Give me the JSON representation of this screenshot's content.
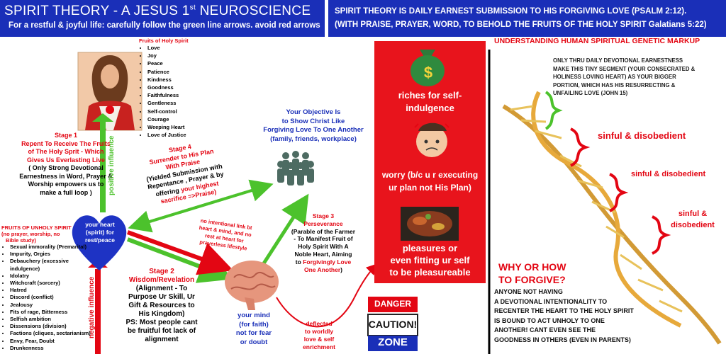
{
  "header_left": {
    "title": "SPIRIT THEORY - A JESUS 1st NEUROSCIENCE",
    "title_main": "SPIRIT THEORY - A JESUS 1",
    "title_sup": "st",
    "title_end": " NEUROSCIENCE",
    "subtitle": "For a restful & joyful life:  carefully follow the green line arrows. avoid red arrows"
  },
  "header_right": {
    "line1": "SPIRIT THEORY IS DAILY EARNEST SUBMISSION TO HIS FORGIVING LOVE (PSALM 2:12).",
    "line2": "(WITH PRAISE, PRAYER, WORD, TO BEHOLD THE FRUITS OF THE HOLY SPIRIT Galatians 5:22)"
  },
  "fruits_holy": {
    "title": "Fruits of Holy Spirit",
    "items": [
      "Love",
      "Joy",
      "Peace",
      "Patience",
      "Kindness",
      "Goodness",
      "Faithfulness",
      "Gentleness",
      "Self-control",
      "Courage",
      "Weeping Heart",
      "Love of Justice"
    ]
  },
  "stage1": {
    "title": "Stage 1",
    "l1": "Repent To Receive The Fruits",
    "l2": "of The Holy Sprit - Which",
    "l3": "Gives Us Everlasting Live",
    "d1": "( Only Strong Devotional",
    "d2": "Earnestness in Word, Prayer &",
    "d3": "Worship empowers us to",
    "d4": "make a full loop )"
  },
  "positive_influence": "positive influence",
  "negative_influence": "negative influence",
  "stage4": {
    "title": "Stage 4",
    "l1": "Surrender to His Plan",
    "l2": "With Praise",
    "d1": "(Yielded Submission with",
    "d2": "Repentance , Prayer & by",
    "d3a": "offering ",
    "d3b": "your highest",
    "d4": "sacrifice =>Praise)"
  },
  "objective": {
    "l1": "Your Objective Is",
    "l2": "to Show  Christ Like",
    "l3": "Forgiving Love To One Another",
    "l4": "(family, friends, workplace)"
  },
  "heart": {
    "l1": "your heart",
    "l2": "(spirit) for",
    "l3": "rest/peace"
  },
  "no_link": {
    "l1": "no intentional link bt",
    "l2": "heart & mind, and no",
    "l3": "rest at heart for",
    "l4": "prayerless lifestyle"
  },
  "fruits_unholy": {
    "title": "FRUITS OF UNHOLY SPIRIT",
    "sub1": "(no prayer,  worship, no",
    "sub2": "Bible study)",
    "items": [
      "Sexual immorality (Premarital)",
      "Impurity, Orgies",
      "Debauchery (excessive indulgence)",
      "Idolatry",
      "Witchcraft (sorcery)",
      "Hatred",
      "Discord (conflict)",
      "Jealousy",
      "Fits of rage, Bitterness",
      "Selfish ambition",
      "Dissensions (division)",
      "Factions (cliques, sectarianism)",
      "Envy, Fear, Doubt",
      "Drunkenness"
    ]
  },
  "stage2": {
    "title": "Stage 2",
    "sub": "Wisdom/Revelation",
    "d1": "(Alignment - To",
    "d2": "Purpose Ur Skill, Ur",
    "d3": "Gift & Resources to",
    "d4": "His Kingdom)",
    "d5": "PS: Most people cant",
    "d6": "be fruitful fot lack of",
    "d7": "alignment"
  },
  "stage3": {
    "title": "Stage 3",
    "sub": "Perseverance",
    "d1": "(Parable of the Farmer",
    "d2": "- To Manifest Fruit of",
    "d3": "Holy Spirit With A",
    "d4": "Noble Heart, Aiming",
    "d5a": "to ",
    "d5b": "Forgivingly Love",
    "d6": "One Another",
    "d6end": ")"
  },
  "mind": {
    "l1": "your mind",
    "l2": "(for faith)",
    "l3": "not for fear",
    "l4": "or doubt"
  },
  "deflected": {
    "l1": "deflected",
    "l2": "to worldly",
    "l3": "love & self",
    "l4": "enrichment"
  },
  "red_panel": {
    "riches_l1": "riches for self-",
    "riches_l2": "indulgence",
    "worry_l1": "worry (b/c u r executing",
    "worry_l2": "ur plan not His Plan)",
    "pleasure_l1": "pleasures or",
    "pleasure_l2": "even fitting ur self",
    "pleasure_l3": "to be pleasureable",
    "money_symbol": "$"
  },
  "danger_sign": {
    "danger": "DANGER",
    "caution": "CAUTION!",
    "zone": "ZONE"
  },
  "right": {
    "title": "UNDERSTANDING HUMAN SPIRITUAL GENETIC MARKUP",
    "p1": "ONLY THRU DAILY DEVOTIONAL EARNESTNESS",
    "p2": "MAKE THIS TINY SEGMENT (YOUR CONSECRATED &",
    "p3": "HOLINESS LOVING HEART) AS YOUR BIGGER",
    "p4": "PORTION, WHICH HAS HIS RESURRECTING &",
    "p5": "UNFAILING  LOVE  (JOHN 15)",
    "sin1": "sinful & disobedient",
    "sin2": "sinful & disobedient",
    "sin3a": "sinful &",
    "sin3b": "disobedient",
    "why1": "WHY OR HOW",
    "why2": "TO FORGIVE?",
    "b1": "ANYONE NOT HAVING",
    "b2": "A DEVOTIONAL INTENTIONALITY TO",
    "b3": " RECENTER THE HEART TO THE HOLY SPIRIT",
    "b4": "IS BOUND TO ACT UNHOLY TO  ONE",
    "b5": " ANOTHER! CANT EVEN SEE THE",
    "b6": "GOODNESS IN OTHERS (EVEN IN PARENTS)"
  },
  "colors": {
    "header_blue": "#1a2fb8",
    "red": "#e30613",
    "green": "#4cc22c",
    "panel_red": "#e8141c"
  }
}
